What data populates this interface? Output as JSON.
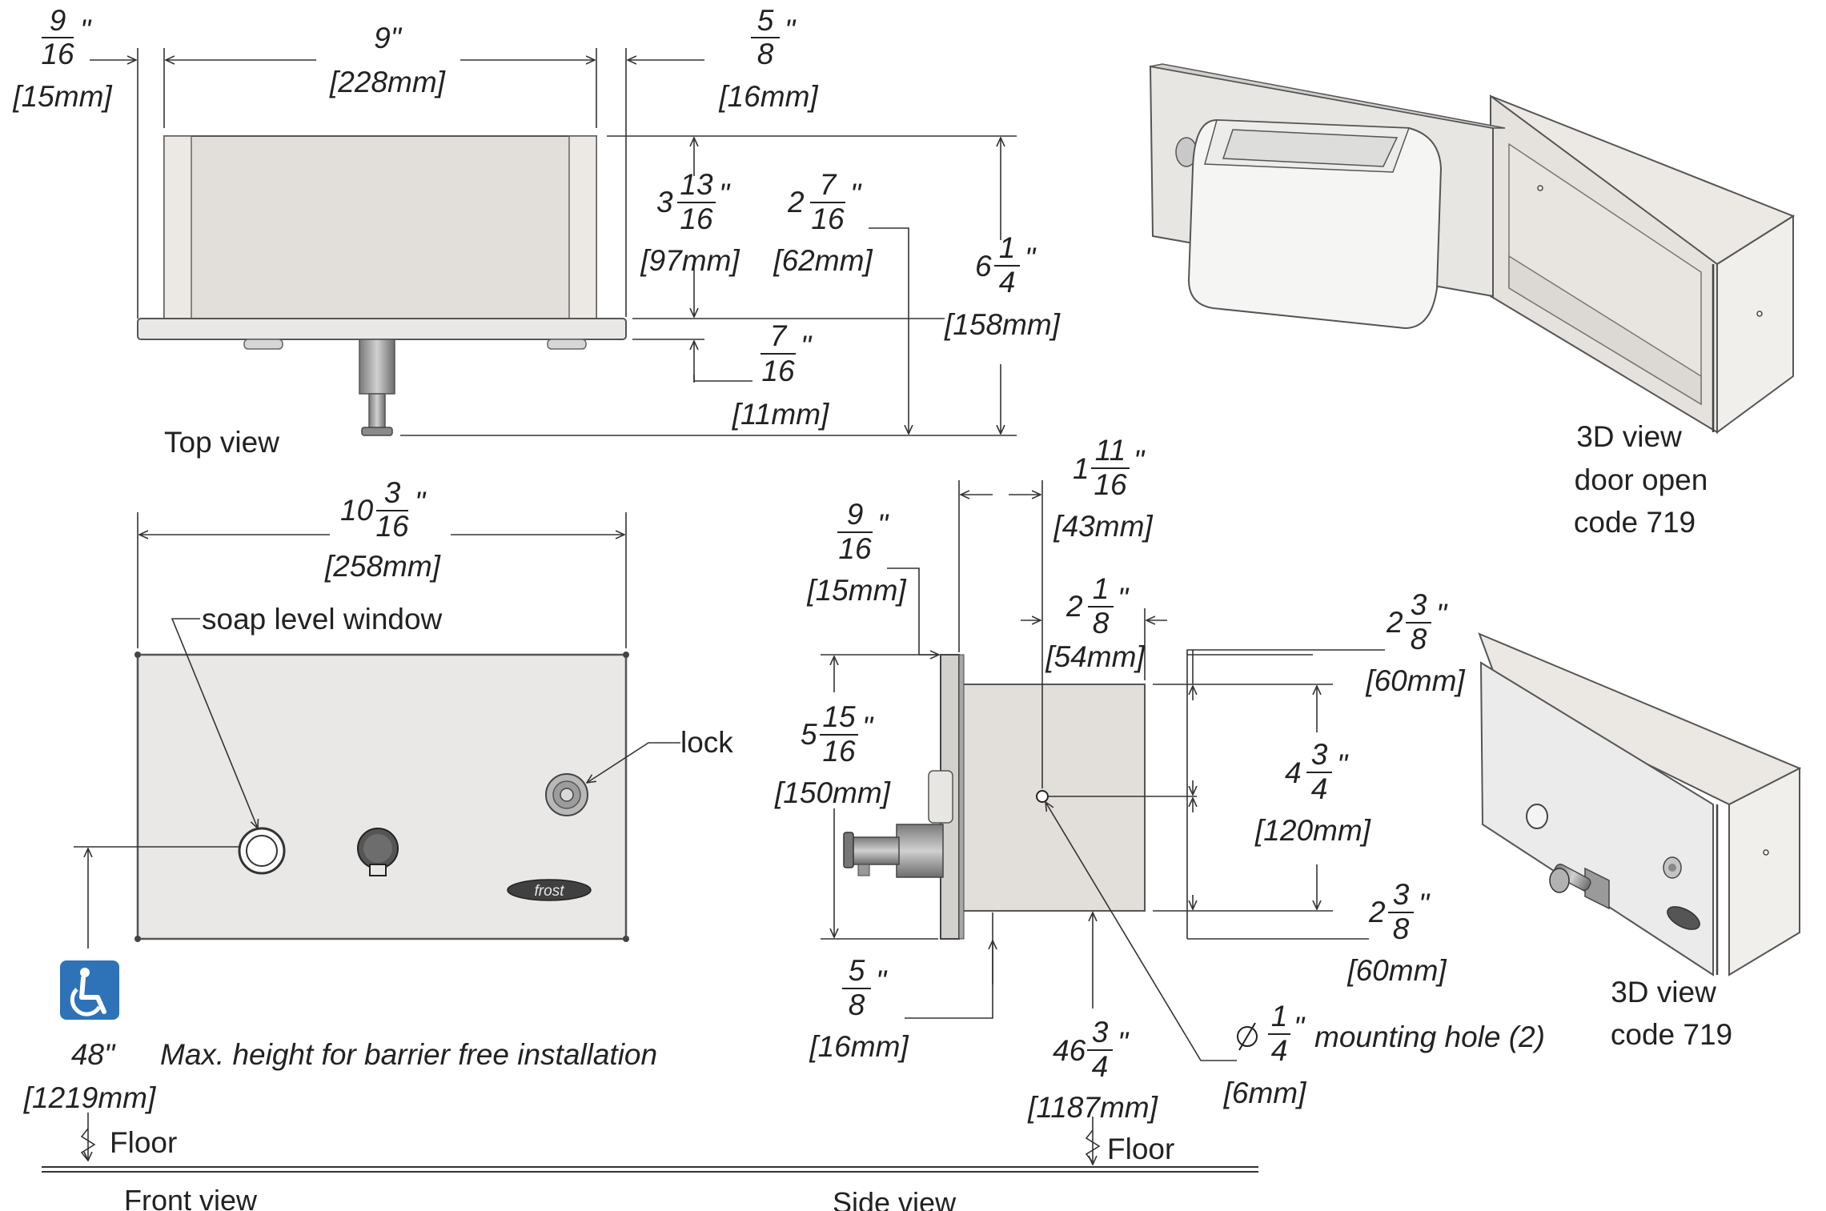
{
  "colors": {
    "panel": "#e2ded9",
    "plate": "#eae8e6",
    "steel": "#dcdcdc",
    "accessible_blue": "#2e73b8",
    "line": "#333333"
  },
  "views": {
    "top": "Top view",
    "front": "Front view",
    "side": "Side view",
    "door_open": [
      "3D view",
      "door open",
      "code 719"
    ],
    "closed": [
      "3D view",
      "code 719"
    ]
  },
  "callouts": {
    "soap_window": "soap level window",
    "lock": "lock",
    "max_height": "Max. height for barrier free installation",
    "mounting_hole": "mounting hole (2)",
    "floor": "Floor",
    "logo": "frost"
  },
  "icons": {
    "accessibility": "wheelchair-icon",
    "diameter": "diameter-symbol",
    "floor_break": "break-symbol"
  },
  "dims": {
    "top_left_flange": {
      "num": "9",
      "den": "16",
      "mm": "[15mm]"
    },
    "top_width": {
      "whole": "9\"",
      "mm": "[228mm]"
    },
    "top_right_flange": {
      "num": "5",
      "den": "8",
      "mm": "[16mm]"
    },
    "top_depth_body": {
      "whole": "3",
      "num": "13",
      "den": "16",
      "mm": "[97mm]"
    },
    "top_depth_valve": {
      "whole": "2",
      "num": "7",
      "den": "16",
      "mm": "[62mm]"
    },
    "top_total": {
      "whole": "6",
      "num": "1",
      "den": "4",
      "mm": "[158mm]"
    },
    "top_plate": {
      "num": "7",
      "den": "16",
      "mm": "[11mm]"
    },
    "front_width": {
      "whole": "10",
      "num": "3",
      "den": "16",
      "mm": "[258mm]"
    },
    "front_height": {
      "whole": "48\"",
      "mm": "[1219mm]"
    },
    "side_flange": {
      "num": "9",
      "den": "16",
      "mm": "[15mm]"
    },
    "side_hole_depth": {
      "whole": "1",
      "num": "11",
      "den": "16",
      "mm": "[43mm]"
    },
    "side_hole_edge": {
      "whole": "2",
      "num": "1",
      "den": "8",
      "mm": "[54mm]"
    },
    "side_height": {
      "whole": "5",
      "num": "15",
      "den": "16",
      "mm": "[150mm]"
    },
    "side_top_offset": {
      "whole": "2",
      "num": "3",
      "den": "8",
      "mm": "[60mm]"
    },
    "side_hole_span": {
      "whole": "4",
      "num": "3",
      "den": "4",
      "mm": "[120mm]"
    },
    "side_bottom_offset": {
      "whole": "2",
      "num": "3",
      "den": "8",
      "mm": "[60mm]"
    },
    "side_bottom_flange": {
      "num": "5",
      "den": "8",
      "mm": "[16mm]"
    },
    "side_floor_height": {
      "whole": "46",
      "num": "3",
      "den": "4",
      "mm": "[1187mm]"
    },
    "hole_diameter": {
      "num": "1",
      "den": "4",
      "mm": "[6mm]"
    }
  }
}
